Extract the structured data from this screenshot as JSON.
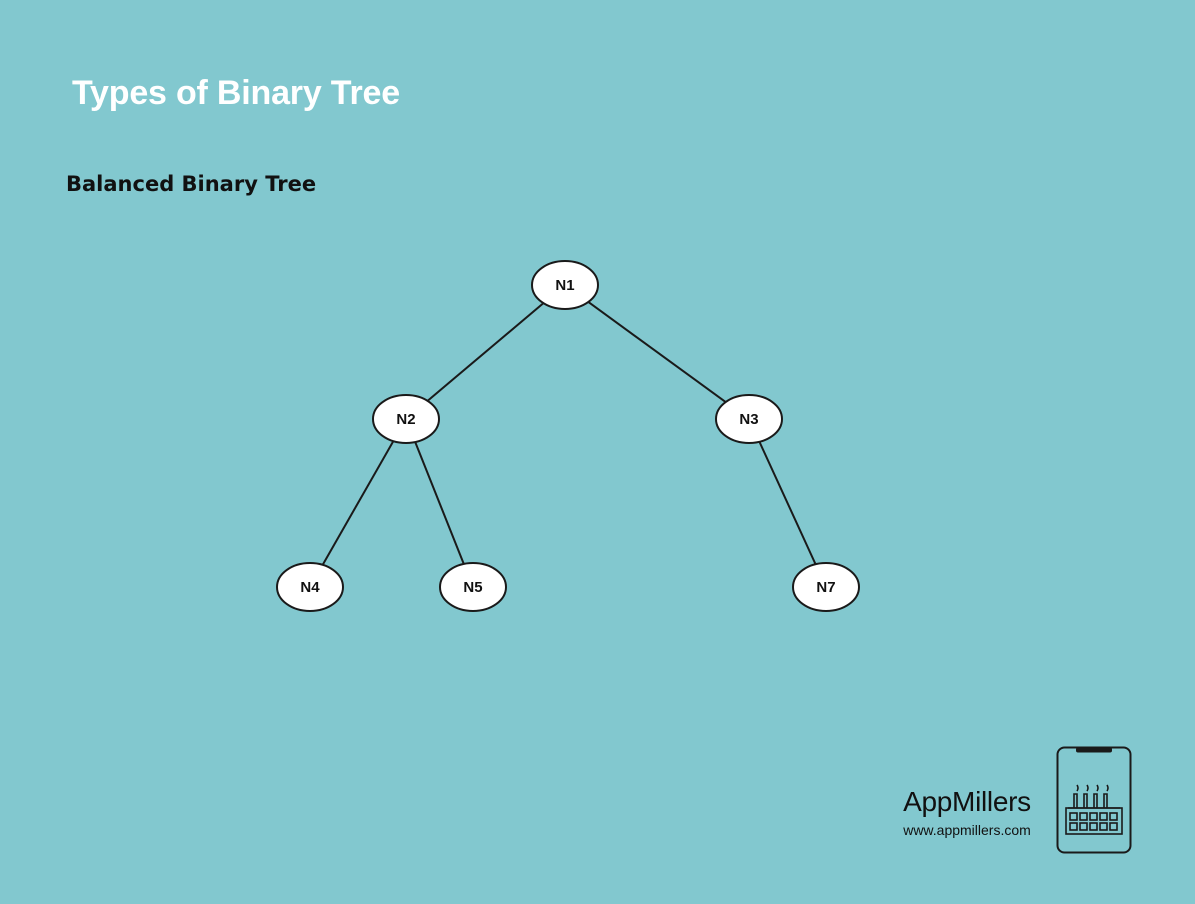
{
  "title": "Types of Binary Tree",
  "subtitle": "Balanced Binary Tree",
  "tree": {
    "nodes": [
      {
        "id": "N1",
        "label": "N1"
      },
      {
        "id": "N2",
        "label": "N2"
      },
      {
        "id": "N3",
        "label": "N3"
      },
      {
        "id": "N4",
        "label": "N4"
      },
      {
        "id": "N5",
        "label": "N5"
      },
      {
        "id": "N7",
        "label": "N7"
      }
    ],
    "edges": [
      {
        "from": "N1",
        "to": "N2"
      },
      {
        "from": "N1",
        "to": "N3"
      },
      {
        "from": "N2",
        "to": "N4"
      },
      {
        "from": "N2",
        "to": "N5"
      },
      {
        "from": "N3",
        "to": "N7"
      }
    ]
  },
  "brand": {
    "name": "AppMillers",
    "url": "www.appmillers.com",
    "logo_icon": "phone-factory-icon"
  },
  "colors": {
    "background": "#82c8cf",
    "title": "#ffffff",
    "text": "#111111",
    "node_fill": "#ffffff"
  }
}
